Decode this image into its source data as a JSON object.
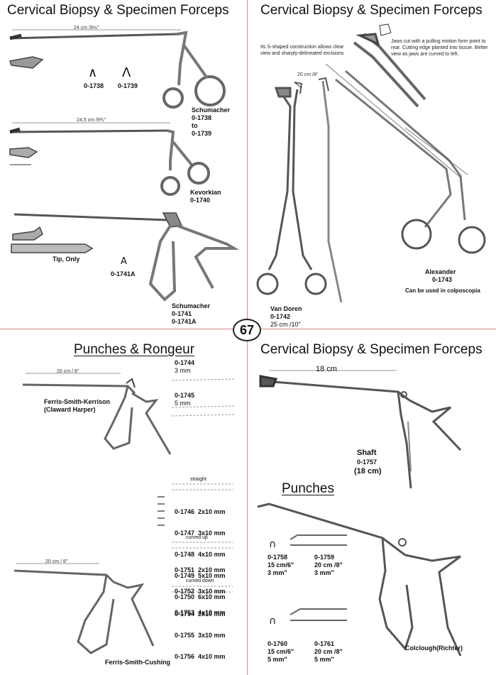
{
  "page_number": "67",
  "tl": {
    "title": "Cervical Biopsy & Specimen Forceps",
    "dim1": "24 cm /9½\"",
    "sym_0738": "∧",
    "sym_0739": "Λ",
    "code_0738": "0-1738",
    "code_0739": "0-1739",
    "schumacher_label": "Schumacher",
    "schumacher_codes": "0-1738",
    "schumacher_to": "to",
    "schumacher_codes2": "0-1739",
    "dim2": "24,5 cm /9¾\"",
    "kevorkian_label": "Kevorkian",
    "kevorkian_code": "0-1740",
    "tip_only": "Tip, Only",
    "sym_1741a": "A",
    "code_1741a": "0-1741A",
    "schumacher2_label": "Schumacher",
    "schumacher2_code1": "0-1741",
    "schumacher2_code2": "0-1741A"
  },
  "tr": {
    "title": "Cervical Biopsy & Specimen Forceps",
    "note_s": "Its S-shaped construction allows clear view and sharply-delineated excisions",
    "note_jaws": "Jaws cut with a pulling motion form point to rear. Cutting edge planted into tissue. Better view as jaws are curved to left.",
    "dim": "20 cm /8\"",
    "vandoren_label": "Van Doren",
    "vandoren_code": "0-1742",
    "vandoren_size": "25 cm /10\"",
    "alexander_label": "Alexander",
    "alexander_code": "0-1743",
    "alexander_note": "Can be used in colposcopia"
  },
  "bl": {
    "title": "Punches & Rongeur",
    "code_1744": "0-1744",
    "size_1744": "3 mm",
    "code_1745": "0-1745",
    "size_1745": "5 mm",
    "fsk_label": "Ferris-Smith-Kerrison",
    "fsk_sub": "(Claward Harper)",
    "dim_fsk": "20 cm / 8\"",
    "straight": "straight",
    "straight_rows": [
      "0-1746  2x10 mm",
      "0-1747  3x10 mm",
      "0-1748  4x10 mm",
      "0-1749  5x10 mm",
      "0-1750  6x10 mm"
    ],
    "curved_up": "curved up",
    "curved_up_rows": [
      "0-1751  2x10 mm",
      "0-1752  3x10 mm",
      "0-1753  4x10 mm"
    ],
    "curved_down": "curved down",
    "curved_down_rows": [
      "0-1754  2x10 mm",
      "0-1755  3x10 mm",
      "0-1756  4x10 mm"
    ],
    "dim_fsc": "20 cm / 8\"",
    "fsc_label": "Ferris-Smith-Cushing"
  },
  "br": {
    "title": "Cervical Biopsy & Specimen Forceps",
    "dim": "18 cm",
    "shaft_label": "Shaft",
    "shaft_code": "0-1757",
    "shaft_size": "(18 cm)",
    "punches_title": "Punches",
    "p1758": [
      "0-1758",
      "15 cm/6\"",
      "3 mm\""
    ],
    "p1759": [
      "0-1759",
      "20 cm /8\"",
      "3 mm\""
    ],
    "p1760": [
      "0-1760",
      "15 cm/6\"",
      "5 mm\""
    ],
    "p1761": [
      "0-1761",
      "20 cm /8\"",
      "5 mm\""
    ],
    "sym_u": "∩",
    "colclough": "Colclough(Richter)"
  }
}
